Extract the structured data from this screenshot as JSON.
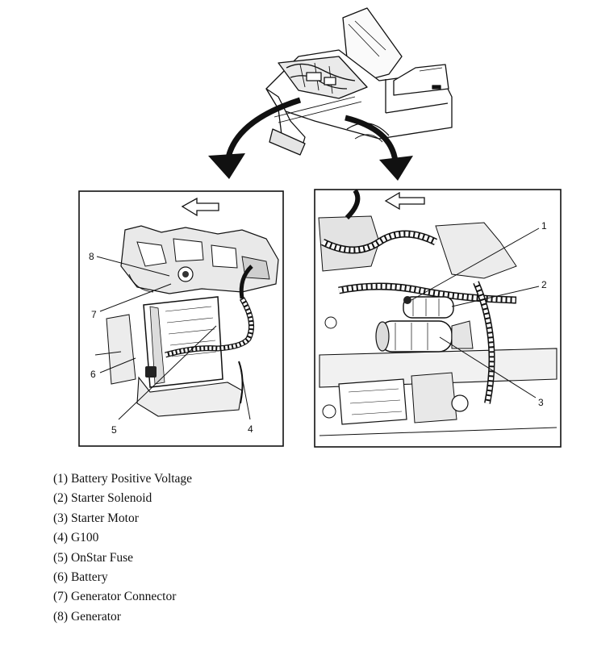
{
  "callouts": {
    "left_panel": [
      "8",
      "7",
      "6",
      "5",
      "4"
    ],
    "right_panel": [
      "1",
      "2",
      "3"
    ]
  },
  "legend": [
    {
      "number": "(1)",
      "label": "Battery Positive Voltage"
    },
    {
      "number": "(2)",
      "label": "Starter Solenoid"
    },
    {
      "number": "(3)",
      "label": "Starter Motor"
    },
    {
      "number": "(4)",
      "label": "G100"
    },
    {
      "number": "(5)",
      "label": "OnStar Fuse"
    },
    {
      "number": "(6)",
      "label": "Battery"
    },
    {
      "number": "(7)",
      "label": "Generator Connector"
    },
    {
      "number": "(8)",
      "label": "Generator"
    }
  ]
}
